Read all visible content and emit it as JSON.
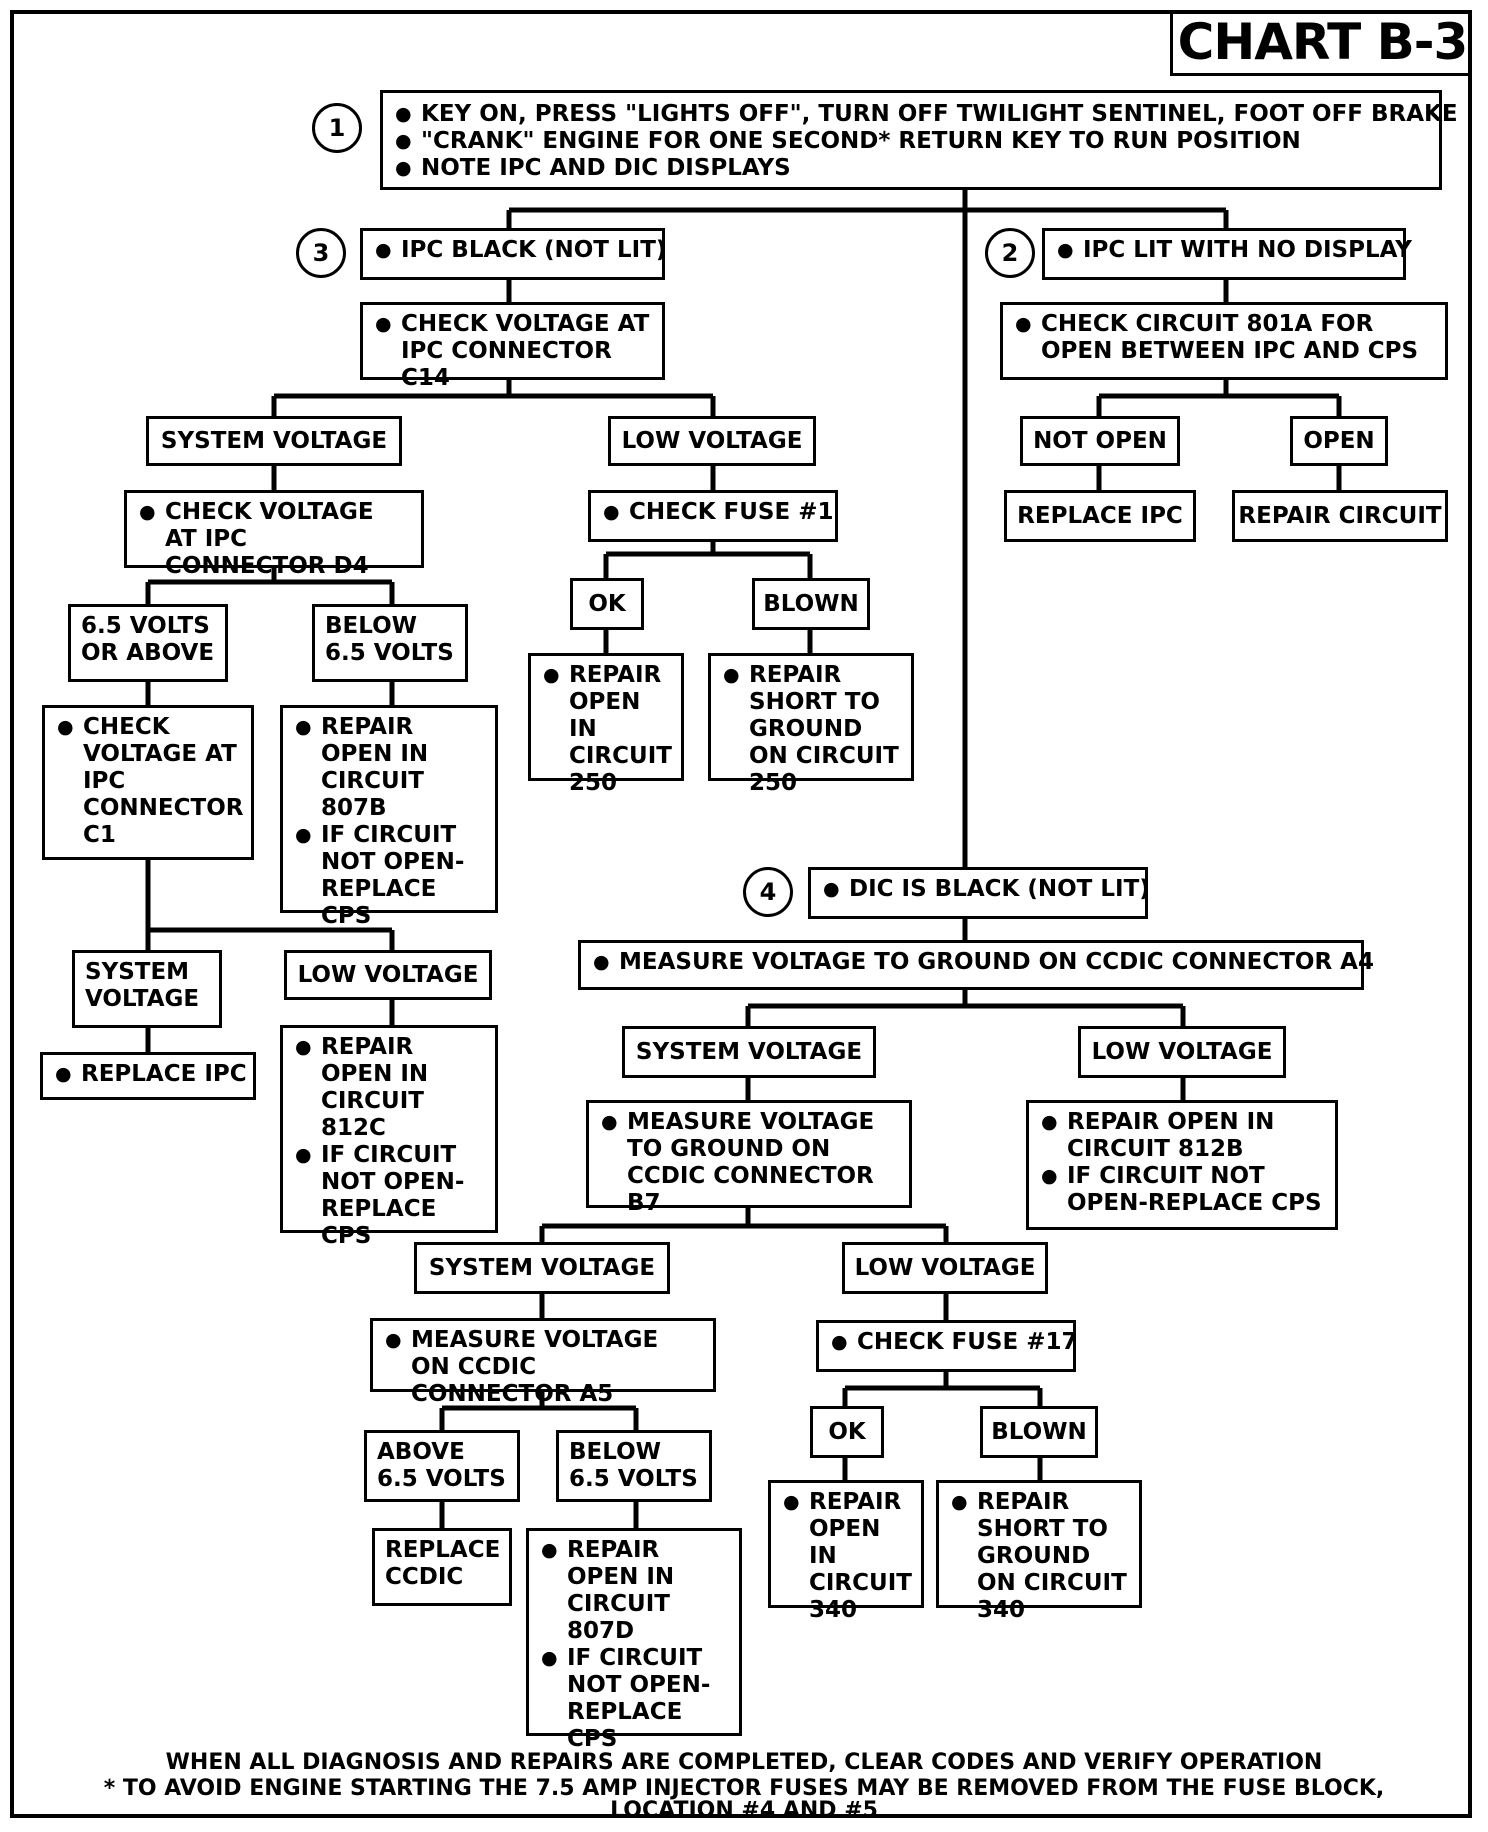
{
  "title": "CHART B-3",
  "steps": {
    "s1": "1",
    "s2": "2",
    "s3": "3",
    "s4": "4"
  },
  "top": {
    "b1": "KEY ON, PRESS \"LIGHTS OFF\", TURN OFF TWILIGHT SENTINEL, FOOT OFF BRAKE",
    "b2": "\"CRANK\" ENGINE FOR ONE SECOND* RETURN KEY TO RUN POSITION",
    "b3": "NOTE IPC AND DIC DISPLAYS"
  },
  "ipc_black": {
    "label": "IPC BLACK (NOT LIT)",
    "check_c14": "CHECK VOLTAGE AT IPC CONNECTOR C14",
    "sys_v": "SYSTEM VOLTAGE",
    "low_v": "LOW VOLTAGE",
    "check_d4": "CHECK VOLTAGE AT IPC CONNECTOR D4",
    "check_fuse1": "CHECK FUSE #1",
    "above65": "6.5 VOLTS OR ABOVE",
    "below65": "BELOW 6.5 VOLTS",
    "ok": "OK",
    "blown": "BLOWN",
    "repair250_open": "REPAIR OPEN IN CIRCUIT 250",
    "repair250_short": "REPAIR SHORT TO GROUND ON CIRCUIT 250",
    "check_c1": "CHECK VOLTAGE AT IPC CONNECTOR C1",
    "repair807b": "REPAIR OPEN IN CIRCUIT 807B",
    "ifnot807b": "IF CIRCUIT NOT OPEN- REPLACE CPS",
    "c1_sys": "SYSTEM VOLTAGE",
    "c1_low": "LOW VOLTAGE",
    "replace_ipc": "REPLACE IPC",
    "repair812c": "REPAIR OPEN IN CIRCUIT 812C",
    "ifnot812c": "IF CIRCUIT NOT OPEN- REPLACE CPS"
  },
  "ipc_lit": {
    "label": "IPC LIT WITH NO DISPLAY",
    "check801a": "CHECK CIRCUIT 801A FOR OPEN BETWEEN IPC AND CPS",
    "not_open": "NOT OPEN",
    "open": "OPEN",
    "replace_ipc": "REPLACE IPC",
    "repair_circuit": "REPAIR CIRCUIT"
  },
  "dic": {
    "label": "DIC IS BLACK (NOT LIT)",
    "measure_a4": "MEASURE VOLTAGE TO GROUND ON CCDIC CONNECTOR A4",
    "sys_v": "SYSTEM VOLTAGE",
    "low_v": "LOW VOLTAGE",
    "measure_b7": "MEASURE VOLTAGE TO GROUND ON CCDIC CONNECTOR B7",
    "repair812b": "REPAIR OPEN IN CIRCUIT 812B",
    "ifnot812b": "IF CIRCUIT NOT OPEN-REPLACE CPS",
    "b7_sys": "SYSTEM VOLTAGE",
    "b7_low": "LOW VOLTAGE",
    "measure_a5": "MEASURE VOLTAGE ON CCDIC CONNECTOR A5",
    "check_fuse17": "CHECK FUSE #17",
    "above65": "ABOVE 6.5 VOLTS",
    "below65": "BELOW 6.5 VOLTS",
    "ok": "OK",
    "blown": "BLOWN",
    "replace_ccdic": "REPLACE CCDIC",
    "repair807d": "REPAIR OPEN IN CIRCUIT 807D",
    "ifnot807d": "IF CIRCUIT NOT OPEN- REPLACE CPS",
    "repair340_open": "REPAIR OPEN IN CIRCUIT 340",
    "repair340_short": "REPAIR SHORT TO GROUND ON CIRCUIT 340"
  },
  "footer": {
    "line1": "WHEN ALL DIAGNOSIS AND REPAIRS ARE COMPLETED, CLEAR CODES AND VERIFY OPERATION",
    "line2": "* TO AVOID ENGINE STARTING THE 7.5 AMP INJECTOR FUSES MAY BE REMOVED FROM THE FUSE BLOCK,",
    "line3": "LOCATION #4 AND #5"
  }
}
